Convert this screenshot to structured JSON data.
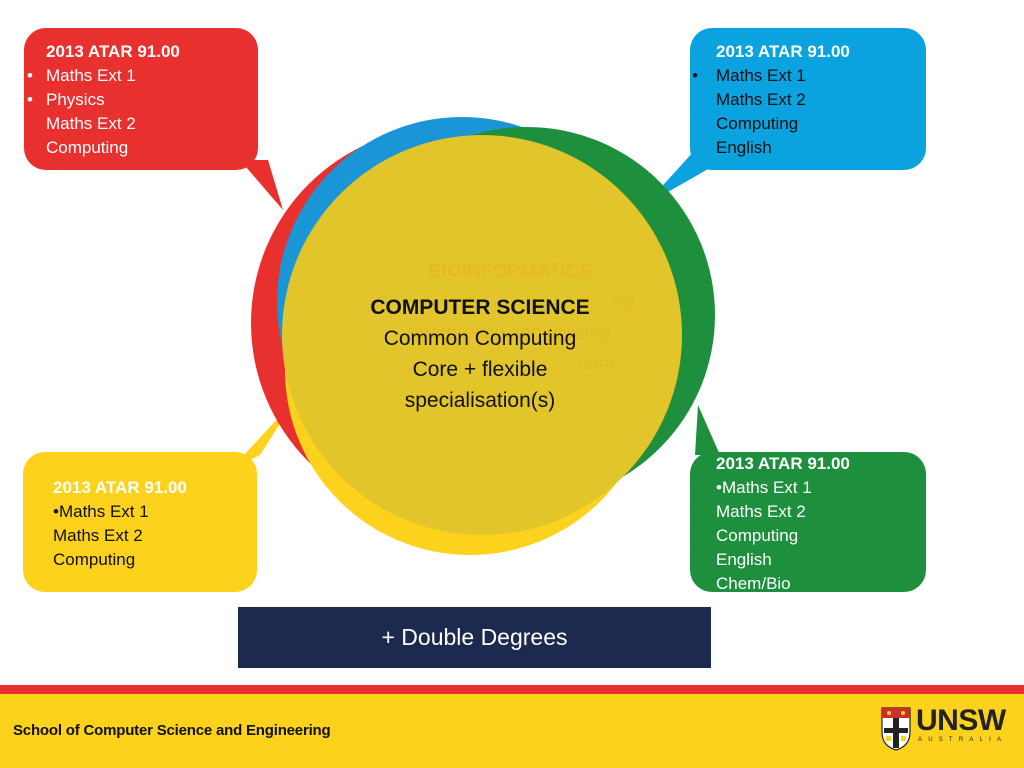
{
  "callouts": {
    "red": {
      "atar": "2013 ATAR 91.00",
      "items": [
        {
          "bullet": "•",
          "text": "Maths Ext 1"
        },
        {
          "bullet": "•",
          "text": "Physics"
        },
        {
          "bullet": "",
          "text": "Maths Ext 2"
        },
        {
          "bullet": "",
          "text": "Computing"
        }
      ]
    },
    "blue": {
      "atar": "2013 ATAR 91.00",
      "items": [
        {
          "bullet": "•",
          "text": "Maths Ext 1"
        },
        {
          "bullet": "",
          "text": "Maths Ext 2"
        },
        {
          "bullet": "",
          "text": "Computing"
        },
        {
          "bullet": "",
          "text": "English"
        }
      ]
    },
    "yellow": {
      "atar": "2013 ATAR 91.00",
      "items": [
        {
          "bullet": "•",
          "text": "Maths Ext 1"
        },
        {
          "bullet": "",
          "text": "Maths Ext 2"
        },
        {
          "bullet": "",
          "text": "Computing"
        }
      ]
    },
    "green": {
      "atar": "2013 ATAR 91.00",
      "items": [
        {
          "bullet": "•",
          "text": "Maths Ext 1"
        },
        {
          "bullet": "",
          "text": "Maths Ext 2"
        },
        {
          "bullet": "",
          "text": "Computing"
        },
        {
          "bullet": "",
          "text": "English"
        },
        {
          "bullet": "",
          "text": "Chem/Bio"
        }
      ]
    }
  },
  "center": {
    "title": "COMPUTER SCIENCE",
    "line1": "Common Computing",
    "line2": "Core + flexible",
    "line3": "specialisation(s)"
  },
  "ghost": {
    "title": "BIOINFORMATICS",
    "line1": "ng,",
    "line2": "interpreting and utilising",
    "line3": "data."
  },
  "double_degrees": "+ Double Degrees",
  "footer": {
    "school": "School of Computer Science and Engineering",
    "brand": "UNSW",
    "brand_sub": "AUSTRALIA"
  },
  "colors": {
    "red": "#e8302e",
    "blue": "#0aa3e0",
    "green": "#1e8f3d",
    "yellow": "#fcd21c",
    "navy": "#1c2a4f"
  }
}
